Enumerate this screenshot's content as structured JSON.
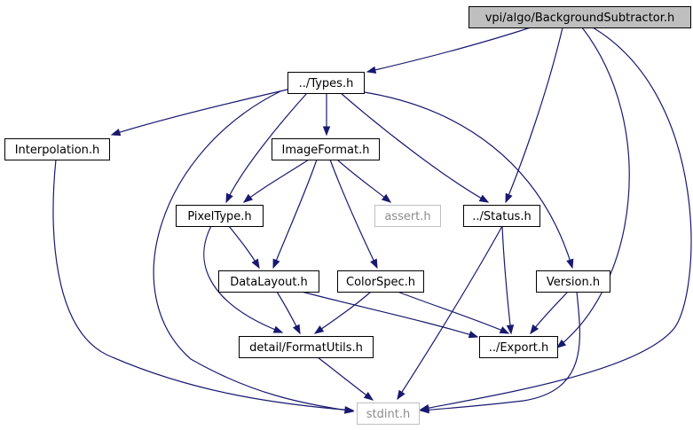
{
  "colors": {
    "edge": "#191970",
    "node_border": "#000000",
    "node_fill": "#ffffff",
    "root_fill": "#bfbfbf",
    "missing_border": "#bfbfbf",
    "missing_text": "#8c8c8c",
    "text": "#000000"
  },
  "nodes": [
    {
      "id": "bgsub",
      "label": "vpi/algo/BackgroundSubtractor.h",
      "kind": "root"
    },
    {
      "id": "types",
      "label": "../Types.h",
      "kind": "normal"
    },
    {
      "id": "interp",
      "label": "Interpolation.h",
      "kind": "normal"
    },
    {
      "id": "imgfmt",
      "label": "ImageFormat.h",
      "kind": "normal"
    },
    {
      "id": "pixtype",
      "label": "PixelType.h",
      "kind": "normal"
    },
    {
      "id": "assert",
      "label": "assert.h",
      "kind": "missing"
    },
    {
      "id": "status",
      "label": "../Status.h",
      "kind": "normal"
    },
    {
      "id": "datalayout",
      "label": "DataLayout.h",
      "kind": "normal"
    },
    {
      "id": "colorspec",
      "label": "ColorSpec.h",
      "kind": "normal"
    },
    {
      "id": "version",
      "label": "Version.h",
      "kind": "normal"
    },
    {
      "id": "fmtutils",
      "label": "detail/FormatUtils.h",
      "kind": "normal"
    },
    {
      "id": "export",
      "label": "../Export.h",
      "kind": "normal"
    },
    {
      "id": "stdint",
      "label": "stdint.h",
      "kind": "missing"
    }
  ],
  "edges": [
    {
      "from": "bgsub",
      "to": "types"
    },
    {
      "from": "bgsub",
      "to": "status"
    },
    {
      "from": "bgsub",
      "to": "export"
    },
    {
      "from": "bgsub",
      "to": "stdint"
    },
    {
      "from": "types",
      "to": "interp"
    },
    {
      "from": "types",
      "to": "stdint"
    },
    {
      "from": "types",
      "to": "pixtype"
    },
    {
      "from": "types",
      "to": "imgfmt"
    },
    {
      "from": "types",
      "to": "status"
    },
    {
      "from": "types",
      "to": "version"
    },
    {
      "from": "interp",
      "to": "stdint"
    },
    {
      "from": "imgfmt",
      "to": "pixtype"
    },
    {
      "from": "imgfmt",
      "to": "assert"
    },
    {
      "from": "imgfmt",
      "to": "datalayout"
    },
    {
      "from": "imgfmt",
      "to": "colorspec"
    },
    {
      "from": "pixtype",
      "to": "datalayout"
    },
    {
      "from": "pixtype",
      "to": "fmtutils"
    },
    {
      "from": "status",
      "to": "stdint"
    },
    {
      "from": "status",
      "to": "export"
    },
    {
      "from": "datalayout",
      "to": "fmtutils"
    },
    {
      "from": "datalayout",
      "to": "export"
    },
    {
      "from": "colorspec",
      "to": "fmtutils"
    },
    {
      "from": "colorspec",
      "to": "export"
    },
    {
      "from": "version",
      "to": "export"
    },
    {
      "from": "version",
      "to": "stdint"
    },
    {
      "from": "fmtutils",
      "to": "stdint"
    }
  ]
}
